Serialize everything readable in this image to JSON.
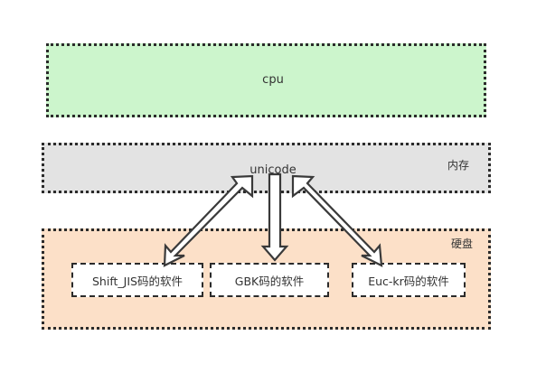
{
  "diagram": {
    "title_text": "",
    "regions": [
      {
        "id": "cpu",
        "label": "cpu",
        "corner_label": "",
        "fill": "#ccf5cc",
        "border": "#2b2b2b"
      },
      {
        "id": "memory",
        "label": "unicode",
        "corner_label": "内存",
        "fill": "#e3e3e3",
        "border": "#2b2b2b"
      },
      {
        "id": "disk",
        "label": "",
        "corner_label": "硬盘",
        "fill": "#fce0c8",
        "border": "#2b2b2b"
      }
    ],
    "software_boxes": [
      {
        "label": "Shift_JIS码的软件"
      },
      {
        "label": "GBK码的软件"
      },
      {
        "label": "Euc-kr码的软件"
      }
    ],
    "arrows": [
      {
        "name": "unicode-to-shift-jis",
        "direction": "bidirectional",
        "orientation": "diagonal-left"
      },
      {
        "name": "unicode-to-gbk",
        "direction": "bidirectional",
        "orientation": "vertical"
      },
      {
        "name": "unicode-to-euc-kr",
        "direction": "bidirectional",
        "orientation": "diagonal-right"
      }
    ],
    "colors": {
      "cpu_fill": "#ccf5cc",
      "memory_fill": "#e3e3e3",
      "disk_fill": "#fce0c8",
      "border": "#2b2b2b",
      "arrow_fill": "#ffffff",
      "arrow_stroke": "#3a3a3a",
      "text": "#333333",
      "background": "#ffffff"
    }
  }
}
